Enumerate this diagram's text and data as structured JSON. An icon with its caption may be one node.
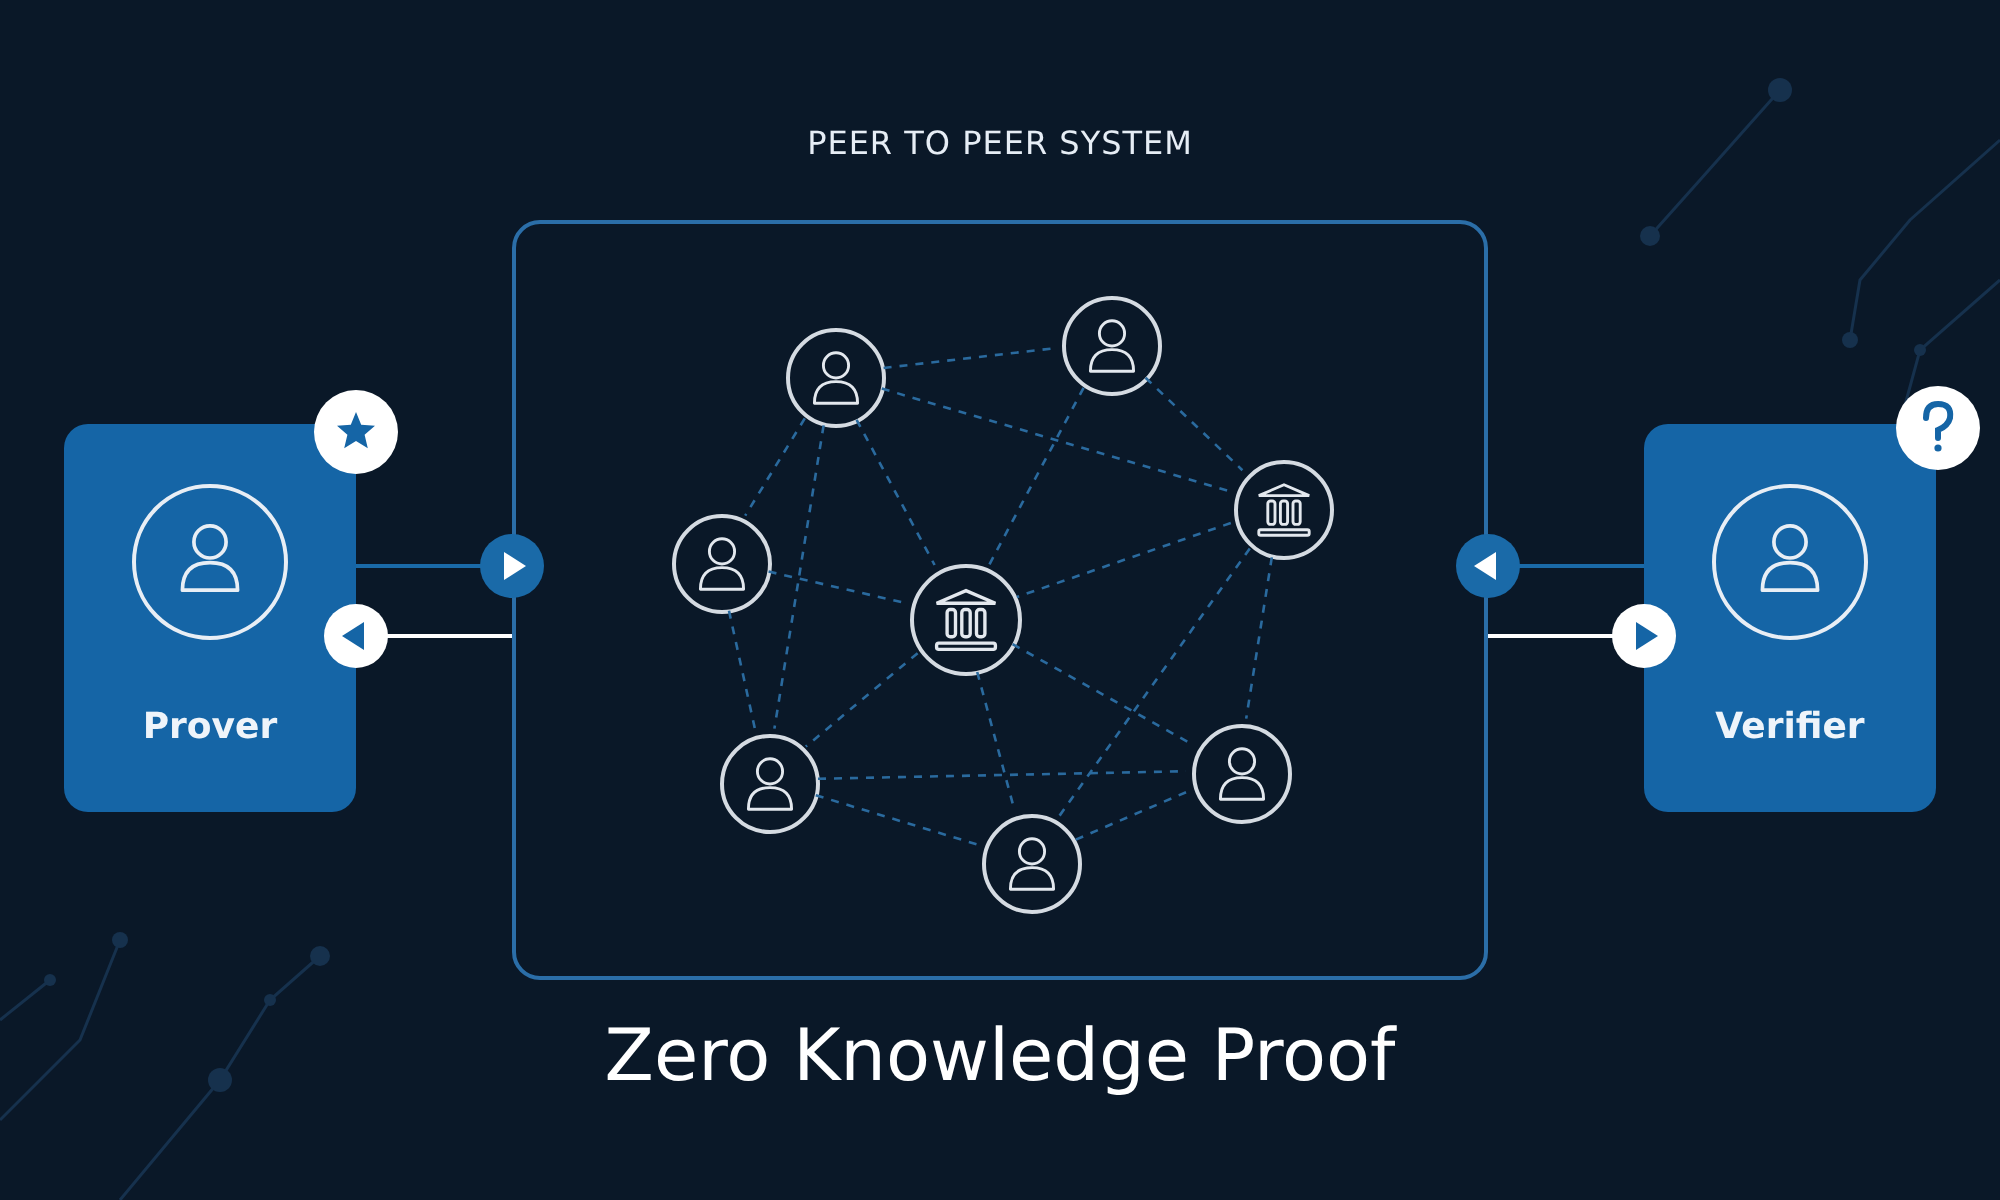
{
  "diagram": {
    "title": "Zero Knowledge Proof",
    "nodes": [
      {
        "text": [
          "Prover"
        ]
      },
      {
        "text": [
          "Verifier"
        ]
      },
      {
        "text": [
          "PEER TO PEER SYSTEM"
        ]
      },
      {
        "text": [],
        "shape": "person",
        "in": 2
      },
      {
        "text": [],
        "shape": "person",
        "in": 2
      },
      {
        "text": [],
        "shape": "picture",
        "in": 2
      },
      {
        "text": [],
        "shape": "person",
        "in": 2
      },
      {
        "text": [],
        "shape": "picture",
        "in": 2
      },
      {
        "text": [],
        "shape": "person",
        "in": 2
      },
      {
        "text": [],
        "shape": "person",
        "in": 2
      },
      {
        "text": [],
        "shape": "person",
        "in": 2
      }
    ],
    "edges": [
      {
        "from": 0,
        "to": 2,
        "arrow": "to",
        "color": "#1a6aa8"
      },
      {
        "from": 2,
        "to": 0,
        "arrow": "to",
        "color": "#ffffff"
      },
      {
        "from": 1,
        "to": 2,
        "arrow": "to",
        "color": "#1a6aa8"
      },
      {
        "from": 2,
        "to": 1,
        "arrow": "to",
        "color": "#ffffff"
      },
      {
        "from": 4,
        "to": 3,
        "arrow": "none",
        "style": "dashed",
        "color": "#2a6a9e"
      },
      {
        "from": 4,
        "to": 5,
        "arrow": "none",
        "style": "dashed",
        "color": "#2a6a9e"
      },
      {
        "from": 4,
        "to": 6,
        "arrow": "none",
        "style": "dashed",
        "color": "#2a6a9e"
      },
      {
        "from": 4,
        "to": 7,
        "arrow": "none",
        "style": "dashed",
        "color": "#2a6a9e"
      },
      {
        "from": 4,
        "to": 9,
        "arrow": "none",
        "style": "dashed",
        "color": "#2a6a9e"
      },
      {
        "from": 3,
        "to": 5,
        "arrow": "none",
        "style": "dashed",
        "color": "#2a6a9e"
      },
      {
        "from": 3,
        "to": 7,
        "arrow": "none",
        "style": "dashed",
        "color": "#2a6a9e"
      },
      {
        "from": 6,
        "to": 7,
        "arrow": "none",
        "style": "dashed",
        "color": "#2a6a9e"
      },
      {
        "from": 6,
        "to": 9,
        "arrow": "none",
        "style": "dashed",
        "color": "#2a6a9e"
      },
      {
        "from": 5,
        "to": 7,
        "arrow": "none",
        "style": "dashed",
        "color": "#2a6a9e"
      },
      {
        "from": 5,
        "to": 8,
        "arrow": "none",
        "style": "dashed",
        "color": "#2a6a9e"
      },
      {
        "from": 5,
        "to": 10,
        "arrow": "none",
        "style": "dashed",
        "color": "#2a6a9e"
      },
      {
        "from": 7,
        "to": 9,
        "arrow": "none",
        "style": "dashed",
        "color": "#2a6a9e"
      },
      {
        "from": 7,
        "to": 10,
        "arrow": "none",
        "style": "dashed",
        "color": "#2a6a9e"
      },
      {
        "from": 7,
        "to": 8,
        "arrow": "none",
        "style": "dashed",
        "color": "#2a6a9e"
      },
      {
        "from": 9,
        "to": 8,
        "arrow": "none",
        "style": "dashed",
        "color": "#2a6a9e"
      },
      {
        "from": 9,
        "to": 10,
        "arrow": "none",
        "style": "dashed",
        "color": "#2a6a9e"
      },
      {
        "from": 10,
        "to": 8,
        "arrow": "none",
        "style": "dashed",
        "color": "#2a6a9e"
      }
    ]
  }
}
